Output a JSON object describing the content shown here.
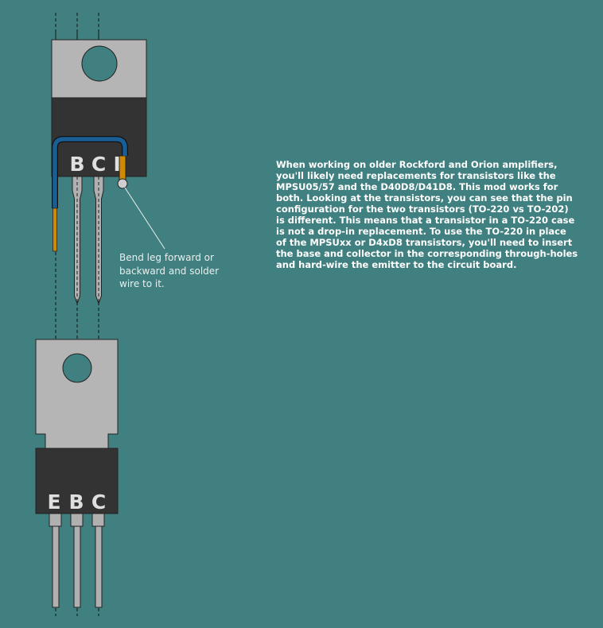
{
  "top_transistor": {
    "pin_labels": [
      "B",
      "C",
      "E"
    ]
  },
  "bottom_transistor": {
    "pin_labels": [
      "E",
      "B",
      "C"
    ]
  },
  "callout_text": "Bend leg forward or backward and solder wire to it.",
  "description_text": "When working on older Rockford and Orion amplifiers, you'll likely need replacements for transistors like the MPSU05/57 and the D40D8/D41D8. This mod works for both. Looking at the transistors, you can see that the pin configuration for the two transistors (TO-220 vs TO-202) is different. This means that a transistor in a TO-220 case is not a drop-in replacement. To use the TO-220 in place of the MPSUxx or D4xD8 transistors, you'll need to insert the base and collector in the corresponding through-holes and hard-wire the emitter to the circuit board.",
  "colors": {
    "background": "#418080",
    "tab": "#b5b5b5",
    "body": "#333333",
    "pin": "#b0b0b0",
    "wire": "#1a5e96",
    "wire_copper": "#d08a00"
  }
}
